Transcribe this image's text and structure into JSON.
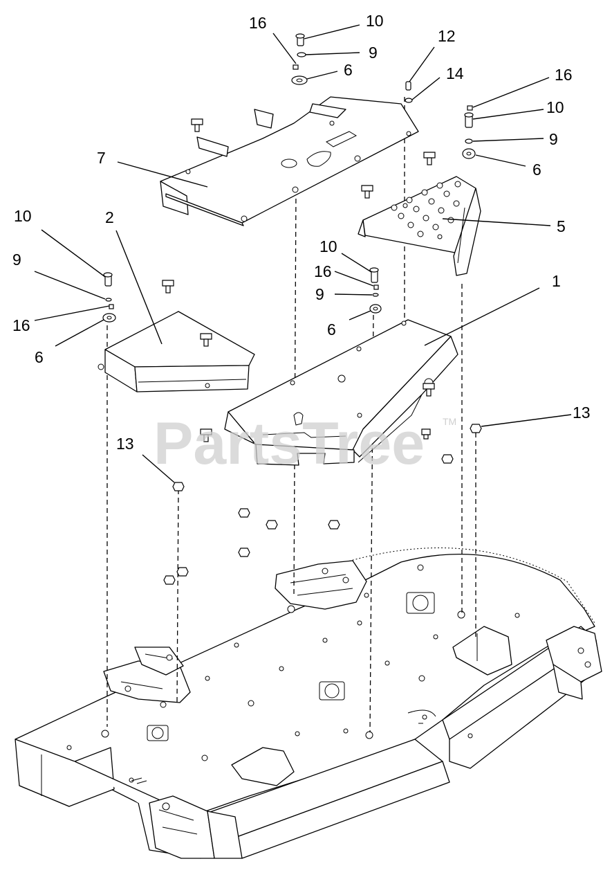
{
  "watermark": {
    "text": "PartsTree",
    "trademark": "TM"
  },
  "callouts": [
    {
      "id": "label-10-top",
      "text": "10"
    },
    {
      "id": "label-16-top",
      "text": "16"
    },
    {
      "id": "label-9-top",
      "text": "9"
    },
    {
      "id": "label-6-top",
      "text": "6"
    },
    {
      "id": "label-12",
      "text": "12"
    },
    {
      "id": "label-14",
      "text": "14"
    },
    {
      "id": "label-16-right",
      "text": "16"
    },
    {
      "id": "label-10-right",
      "text": "10"
    },
    {
      "id": "label-9-right",
      "text": "9"
    },
    {
      "id": "label-6-right",
      "text": "6"
    },
    {
      "id": "label-7",
      "text": "7"
    },
    {
      "id": "label-5",
      "text": "5"
    },
    {
      "id": "label-10-left",
      "text": "10"
    },
    {
      "id": "label-2",
      "text": "2"
    },
    {
      "id": "label-9-left",
      "text": "9"
    },
    {
      "id": "label-16-left",
      "text": "16"
    },
    {
      "id": "label-6-left",
      "text": "6"
    },
    {
      "id": "label-10-mid",
      "text": "10"
    },
    {
      "id": "label-16-mid",
      "text": "16"
    },
    {
      "id": "label-9-mid",
      "text": "9"
    },
    {
      "id": "label-6-mid",
      "text": "6"
    },
    {
      "id": "label-1",
      "text": "1"
    },
    {
      "id": "label-13-right",
      "text": "13"
    },
    {
      "id": "label-13-left",
      "text": "13"
    }
  ]
}
